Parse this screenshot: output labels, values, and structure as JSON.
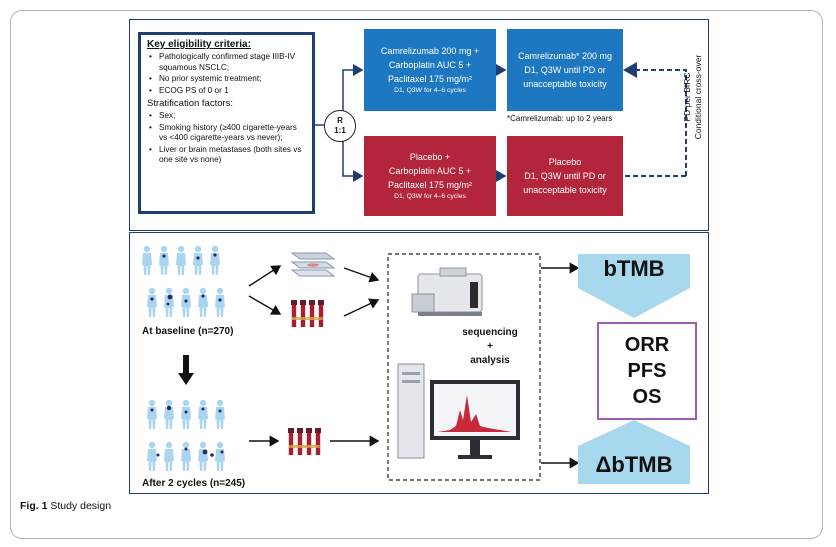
{
  "panel_a": {
    "criteria": {
      "title": "Key eligibility criteria:",
      "items": [
        "Pathologically confirmed stage IIIB-IV squamous NSCLC;",
        "No prior systemic treatment;",
        "ECOG PS of 0 or 1"
      ],
      "stratification_title": "Stratification factors:",
      "stratification": [
        "Sex;",
        "Smoking history (≥400 cigarette-years vs <400 cigarette-years vs never);",
        "Liver or brain metastases (both sites vs one site vs none)"
      ]
    },
    "randomization": {
      "line1": "R",
      "line2": "1:1"
    },
    "arm_camrelizumab": {
      "induction_lines": [
        "Camrelizumab 200 mg +",
        "Carboplatin AUC 5 +",
        "Paclitaxel 175 mg/m²"
      ],
      "induction_schedule": "D1, Q3W for 4–6 cycles",
      "maintenance_lines": [
        "Camrelizumab* 200 mg",
        "D1, Q3W until PD or",
        "unacceptable toxicity"
      ],
      "footnote": "*Camrelizumab: up to 2 years"
    },
    "arm_placebo": {
      "induction_lines": [
        "Placebo +",
        "Carboplatin AUC 5 +",
        "Paclitaxel 175 mg/m²"
      ],
      "induction_schedule": "D1, Q3W for 4–6 cycles",
      "maintenance_lines": [
        "Placebo",
        "D1, Q3W until PD or",
        "unacceptable toxicity"
      ]
    },
    "crossover": {
      "line1": "PD per BIRC",
      "line2": "Conditional cross-over"
    },
    "colors": {
      "arm_blue": "#1d78c1",
      "arm_red": "#b2253a",
      "border_navy": "#1f3f74"
    }
  },
  "panel_b": {
    "baseline_label": "At baseline (n=270)",
    "after_label": "After 2 cycles (n=245)",
    "sequencing_line1": "sequencing",
    "sequencing_line2": "+",
    "sequencing_line3": "analysis",
    "btmb": "bTMB",
    "delta_btmb": "ΔbTMB",
    "outcomes": [
      "ORR",
      "PFS",
      "OS"
    ],
    "colors": {
      "pentagon": "#a8d8ee",
      "outcome_border": "#9b5cb8",
      "figure_blue": "#a9d5ef",
      "dot": "#2a2a6a"
    }
  },
  "caption": {
    "label": "Fig. 1",
    "text": "Study design"
  }
}
